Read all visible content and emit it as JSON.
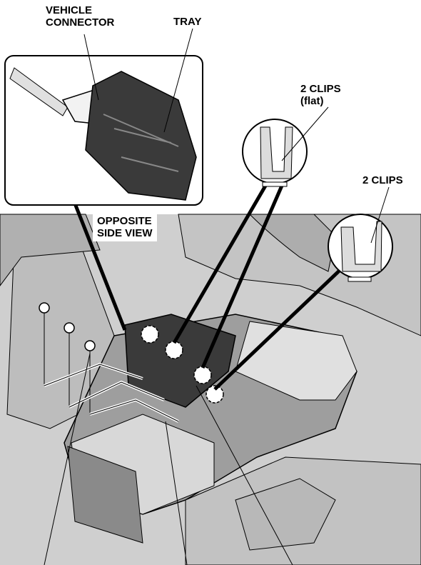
{
  "labels": {
    "vehicle_connector": "VEHICLE\nCONNECTOR",
    "tray": "TRAY",
    "clips_flat": "2 CLIPS\n(flat)",
    "clips": "2 CLIPS",
    "opposite_side_view": "OPPOSITE\nSIDE VIEW"
  },
  "colors": {
    "line": "#000000",
    "background": "#ffffff",
    "shade_light": "#d4d4d4",
    "shade_mid": "#a8a8a8",
    "shade_dark": "#3a3a3a"
  }
}
